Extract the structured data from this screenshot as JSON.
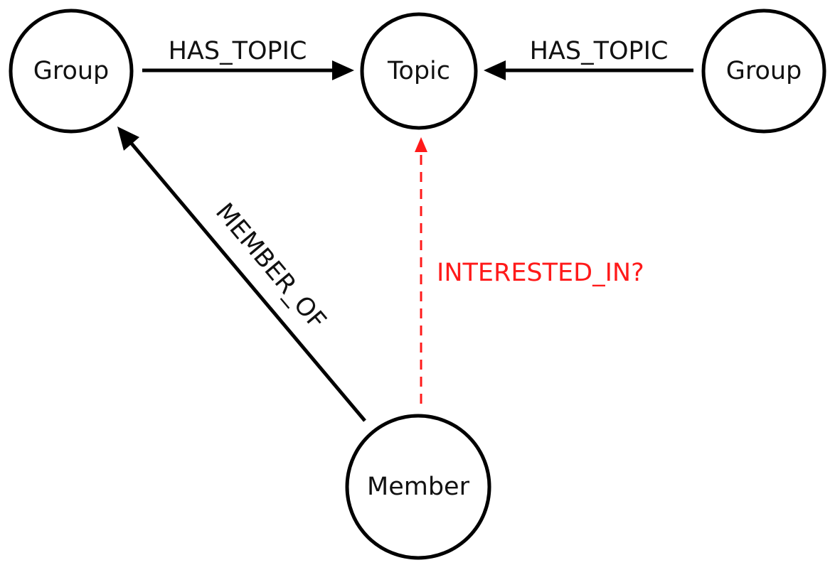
{
  "nodes": {
    "group_left": {
      "label": "Group"
    },
    "topic": {
      "label": "Topic"
    },
    "group_right": {
      "label": "Group"
    },
    "member": {
      "label": "Member"
    }
  },
  "edges": {
    "has_topic_left": {
      "label": "HAS_TOPIC"
    },
    "has_topic_right": {
      "label": "HAS_TOPIC"
    },
    "member_of": {
      "label": "MEMBER_OF"
    },
    "interested_in": {
      "label": "INTERESTED_IN?"
    }
  },
  "colors": {
    "stroke": "#000000",
    "predicted_edge": "#ff1a1a"
  }
}
